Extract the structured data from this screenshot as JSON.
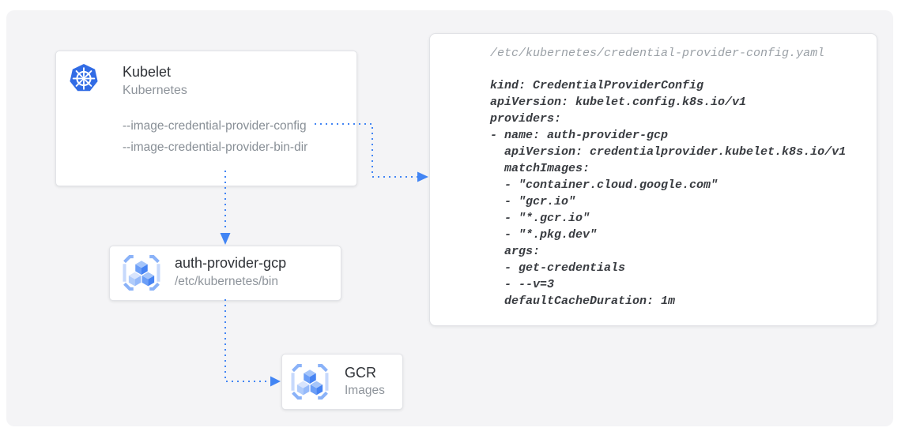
{
  "palette": {
    "accent_blue": "#4285f4",
    "kubernetes_blue": "#326ce5",
    "canvas_gray": "#f4f4f6",
    "title_text": "#2f3237",
    "muted_text": "#8e949b",
    "code_text": "#393c41",
    "code_filename_gray": "#9aa0a6"
  },
  "nodes": {
    "kubelet": {
      "title": "Kubelet",
      "subtitle": "Kubernetes",
      "icon": "kubernetes-logo",
      "flags": [
        "--image-credential-provider-config",
        "--image-credential-provider-bin-dir"
      ]
    },
    "auth_provider": {
      "title": "auth-provider-gcp",
      "subtitle": "/etc/kubernetes/bin",
      "icon": "gcr-cubes"
    },
    "gcr": {
      "title": "GCR",
      "subtitle": "Images",
      "icon": "gcr-cubes"
    }
  },
  "code_panel": {
    "filename": "/etc/kubernetes/credential-provider-config.yaml",
    "code": "kind: CredentialProviderConfig\napiVersion: kubelet.config.k8s.io/v1\nproviders:\n- name: auth-provider-gcp\n  apiVersion: credentialprovider.kubelet.k8s.io/v1\n  matchImages:\n  - \"container.cloud.google.com\"\n  - \"gcr.io\"\n  - \"*.gcr.io\"\n  - \"*.pkg.dev\"\n  args:\n  - get-credentials\n  - --v=3\n  defaultCacheDuration: 1m"
  }
}
